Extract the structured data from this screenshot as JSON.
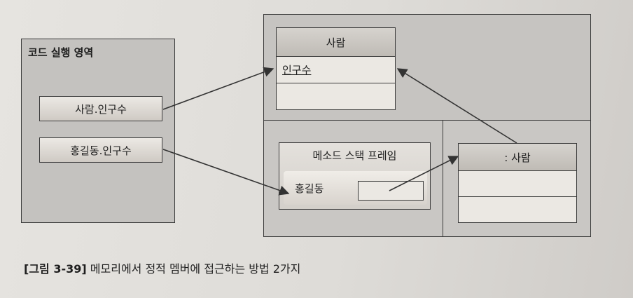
{
  "code_area": {
    "title": "코드 실행 영역",
    "expr_static": "사람.인구수",
    "expr_instance": "홍길동.인구수"
  },
  "static_area": {
    "class_name": "사람",
    "static_field": "인구수"
  },
  "stack": {
    "frame_title": "메소드 스택 프레임",
    "var_name": "홍길동"
  },
  "heap": {
    "object_name": ": 사람"
  },
  "caption": {
    "number": "[그림 3-39]",
    "text": "메모리에서 정적 멤버에 접근하는 방법 2가지"
  },
  "colors": {
    "outline": "#3a3a3a",
    "region_fill": "#c4c2bf",
    "arrow": "#333333"
  }
}
